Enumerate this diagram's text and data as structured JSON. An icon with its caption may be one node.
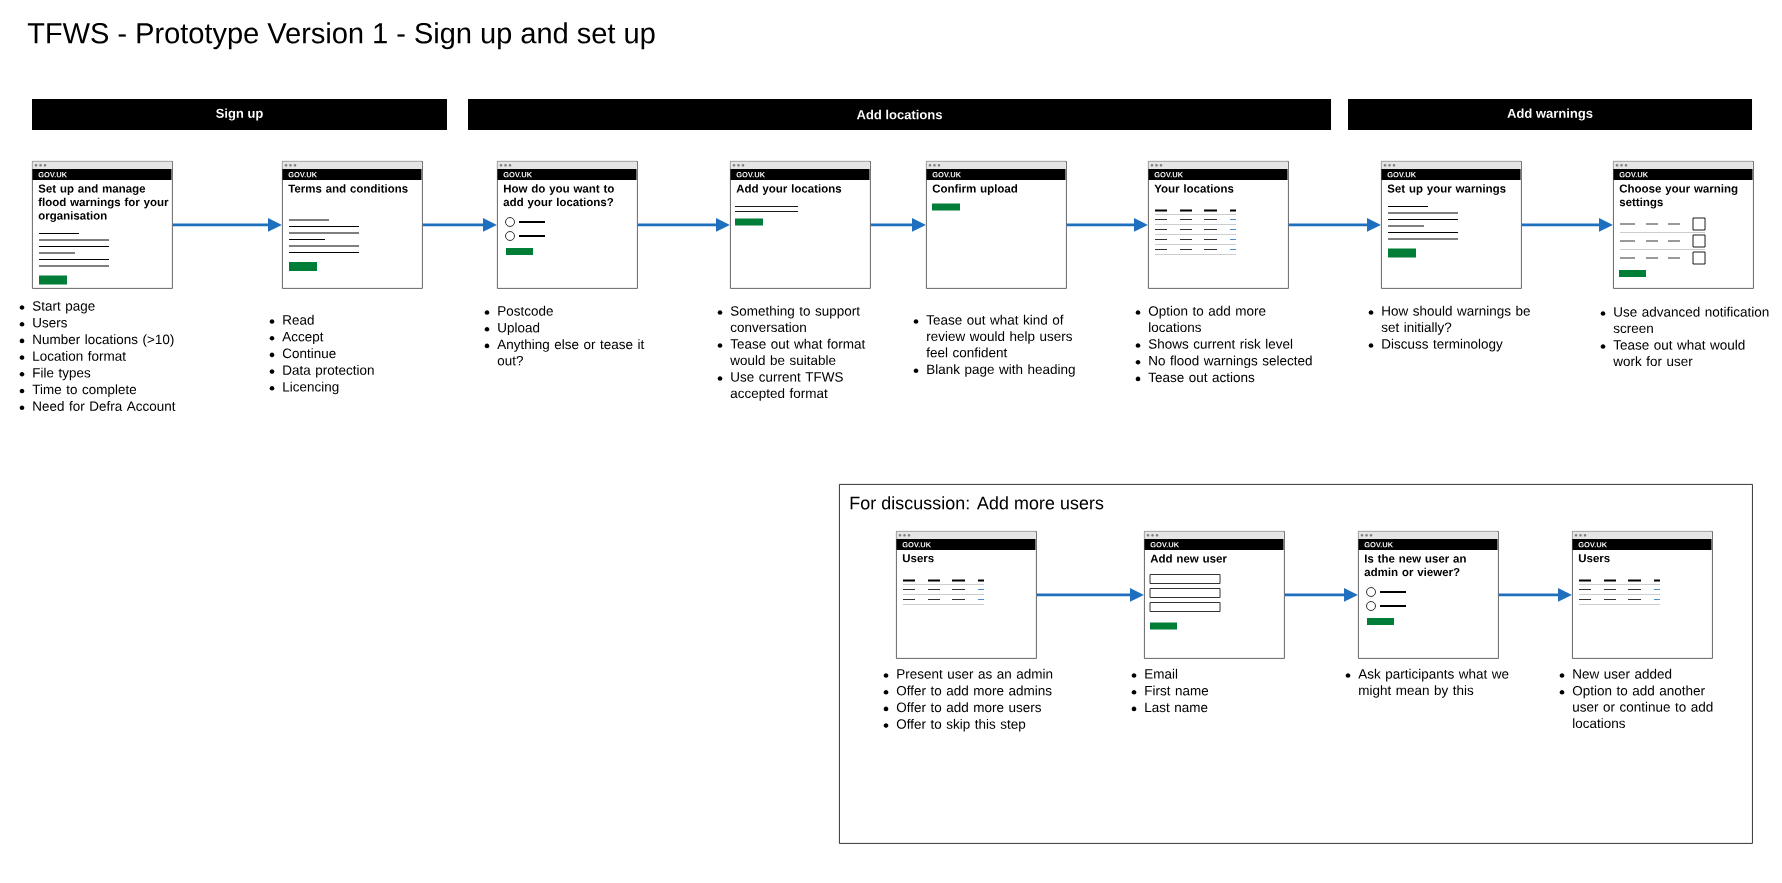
{
  "diagram": {
    "title": "TFWS - Prototype Version 1 - Sign up and set up",
    "nodes": [
      {
        "text": [
          "Sign up"
        ]
      },
      {
        "text": [
          "Add locations"
        ]
      },
      {
        "text": [
          "Add warnings"
        ]
      },
      {
        "text": [
          "GOV.UK",
          "Set up and manage flood warnings for your organisation"
        ],
        "beside": [
          "Start page",
          "Users",
          "Number locations (>10)",
          "Location format",
          "File types",
          "Time to complete",
          "Need for Defra Account"
        ]
      },
      {
        "text": [
          "GOV.UK",
          "Terms and conditions"
        ],
        "beside": [
          "Read",
          "Accept",
          "Continue",
          "Data protection",
          "Licencing"
        ]
      },
      {
        "text": [
          "GOV.UK",
          "How do you want to add your locations?"
        ],
        "beside": [
          "Postcode",
          "Upload",
          "Anything else or tease it out?"
        ]
      },
      {
        "text": [
          "GOV.UK",
          "Add your locations"
        ],
        "beside": [
          "Something to support conversation",
          "Tease out what format would be suitable",
          "Use current TFWS accepted format"
        ]
      },
      {
        "text": [
          "GOV.UK",
          "Confirm upload"
        ],
        "beside": [
          "Tease out what kind of review would help users feel confident",
          "Blank page with heading"
        ]
      },
      {
        "text": [
          "GOV.UK",
          "Your locations"
        ],
        "beside": [
          "Option to add more locations",
          "Shows current risk level",
          "No flood warnings selected",
          "Tease out actions"
        ]
      },
      {
        "text": [
          "GOV.UK",
          "Set up your warnings"
        ],
        "beside": [
          "How should warnings be set initially?",
          "Discuss terminology"
        ]
      },
      {
        "text": [
          "GOV.UK",
          "Choose your warning settings"
        ],
        "beside": [
          "Use advanced notification screen",
          "Tease out what would work for user"
        ]
      },
      {
        "text": [
          "For discussion: Add more users"
        ]
      },
      {
        "text": [
          "GOV.UK",
          "Users"
        ],
        "in": 11,
        "beside": [
          "Present user as an admin",
          "Offer to add more admins",
          "Offer to add more users",
          "Offer to skip this step"
        ]
      },
      {
        "text": [
          "GOV.UK",
          "Add new user"
        ],
        "in": 11,
        "beside": [
          "Email",
          "First name",
          "Last name"
        ]
      },
      {
        "text": [
          "GOV.UK",
          "Is the new user an admin or viewer?"
        ],
        "in": 11,
        "beside": [
          "Ask participants what we might mean by this"
        ]
      },
      {
        "text": [
          "GOV.UK",
          "Users"
        ],
        "in": 11,
        "beside": [
          "New user added",
          "Option to add another user or continue to add locations"
        ]
      }
    ],
    "edges": [
      {
        "from": 3,
        "to": 4,
        "arrow": "to"
      },
      {
        "from": 4,
        "to": 5,
        "arrow": "to"
      },
      {
        "from": 5,
        "to": 6,
        "arrow": "to"
      },
      {
        "from": 6,
        "to": 7,
        "arrow": "to"
      },
      {
        "from": 7,
        "to": 8,
        "arrow": "to"
      },
      {
        "from": 8,
        "to": 9,
        "arrow": "to"
      },
      {
        "from": 9,
        "to": 10,
        "arrow": "to"
      },
      {
        "from": 12,
        "to": 13,
        "arrow": "to"
      },
      {
        "from": 13,
        "to": 14,
        "arrow": "to"
      },
      {
        "from": 14,
        "to": 15,
        "arrow": "to"
      }
    ]
  }
}
